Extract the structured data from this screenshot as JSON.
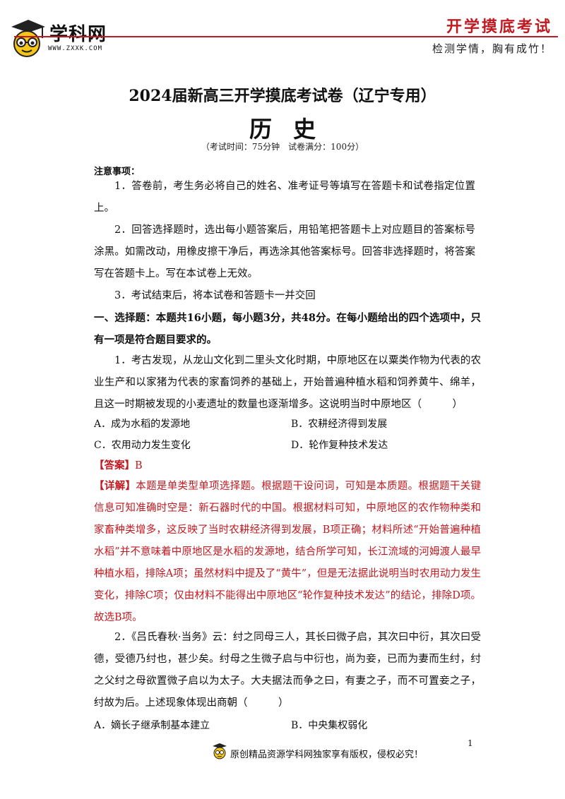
{
  "header": {
    "logo_text": "学科网",
    "logo_url": "WWW.ZXXK.COM",
    "brand_title": "开学摸底考试",
    "brand_slogan": "检测学情，胸有成竹！"
  },
  "exam": {
    "title": "2024届新高三开学摸底考试卷（辽宁专用）",
    "subject": "历史",
    "info": "（考试时间：75分钟　试卷满分：100分）"
  },
  "notes": {
    "title": "注意事项：",
    "item1": "1．答卷前，考生务必将自己的姓名、准考证号等填写在答题卡和试卷指定位置上。",
    "item2": "2．回答选择题时，选出每小题答案后，用铅笔把答题卡上对应题目的答案标号涂黑。如需改动，用橡皮擦干净后，再选涂其他答案标号。回答非选择题时，将答案写在答题卡上。写在本试卷上无效。",
    "item3": "3．考试结束后，将本试卷和答题卡一并交回"
  },
  "section1": {
    "heading": "一、选择题：本题共16小题，每小题3分，共48分。在每小题给出的四个选项中，只有一项是符合题目要求的。"
  },
  "q1": {
    "stem": "1．考古发现，从龙山文化到二里头文化时期，中原地区在以粟类作物为代表的农业生产和以家猪为代表的家畜饲养的基础上，开始普遍种植水稻和饲养黄牛、绵羊，且这一时期被发现的小麦遗址的数量也逐渐增多。这说明当时中原地区（　　　）",
    "option_a": "A．成为水稻的发源地",
    "option_b": "B．农耕经济得到发展",
    "option_c": "C．农用动力发生变化",
    "option_d": "D．轮作复种技术发达",
    "answer_label": "【答案】",
    "answer": "B",
    "explain_label": "【详解】",
    "explain": "本题是单类型单项选择题。根据题干设问词，可知是本质题。根据题干关键信息可知准确时空是：新石器时代的中国。根据材料可知，中原地区的农作物种类和家畜种类增多，这反映了当时农耕经济得到发展，B项正确；材料所述“开始普遍种植水稻”并不意味着中原地区是水稻的发源地，结合所学可知，长江流域的河姆渡人最早种植水稻，排除A项；虽然材料中提及了“黄牛”，但是无法据此说明当时农用动力发生变化，排除C项；仅由材料不能得出中原地区“轮作复种技术发达”的结论，排除D项。故选B项。"
  },
  "q2": {
    "stem": "2．《吕氏春秋·当务》云：纣之同母三人，其长曰微子启，其次曰中衍，其次曰受德，受德乃纣也，甚少矣。纣母之生微子启与中衍也，尚为妾，已而为妻而生纣，纣之父纣之母欲置微子启以为太子。大夫据法而争之曰，有妻之子，而不可置妾之子，纣故为后。上述现象体现出商朝（　　　）",
    "option_a": "A．嫡长子继承制基本建立",
    "option_b": "B．中央集权弱化"
  },
  "footer": {
    "text": "原创精品资源学科网独家享有版权，侵权必究！",
    "page_number": "1"
  },
  "colors": {
    "accent_red": "#c2181f",
    "logo_yellow": "#f5c518"
  }
}
